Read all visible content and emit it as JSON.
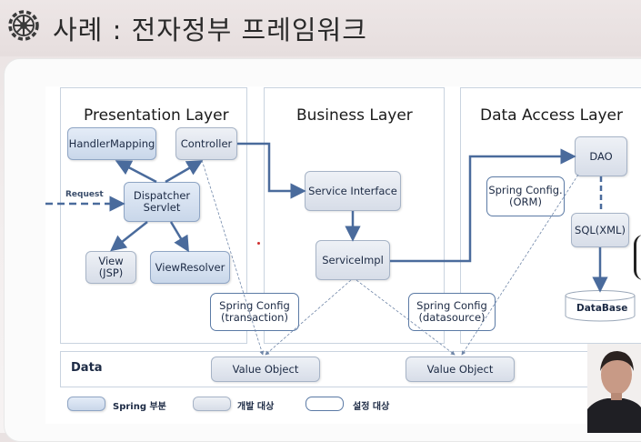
{
  "header": {
    "title": "사례 : 전자정부 프레임워크",
    "icon": "gear-icon"
  },
  "layers": {
    "presentation": "Presentation Layer",
    "business": "Business Layer",
    "data_access": "Data Access Layer"
  },
  "components": {
    "handler_mapping": "HandlerMapping",
    "controller": "Controller",
    "dispatcher_servlet": "Dispatcher\nServlet",
    "view_jsp": "View\n(JSP)",
    "view_resolver": "ViewResolver",
    "service_interface": "Service Interface",
    "service_impl": "ServiceImpl",
    "dao": "DAO",
    "spring_config_orm": "Spring Config.\n(ORM)",
    "sql_xml": "SQL(XML)",
    "database": "DataBase",
    "spring_config_transaction": "Spring Config\n(transaction)",
    "spring_config_datasource": "Spring Config\n(datasource)",
    "value_object_1": "Value Object",
    "value_object_2": "Value Object"
  },
  "request_label": "Request",
  "data_row_title": "Data",
  "legend": {
    "spring_part": "Spring 부분",
    "dev_target": "개발 대상",
    "config_target": "설정 대상"
  },
  "colors": {
    "arrow": "#4a6b9c",
    "spring_box": "#c9d7ea",
    "config_border": "#5b7aa5",
    "panel_border": "#c9d3df"
  }
}
